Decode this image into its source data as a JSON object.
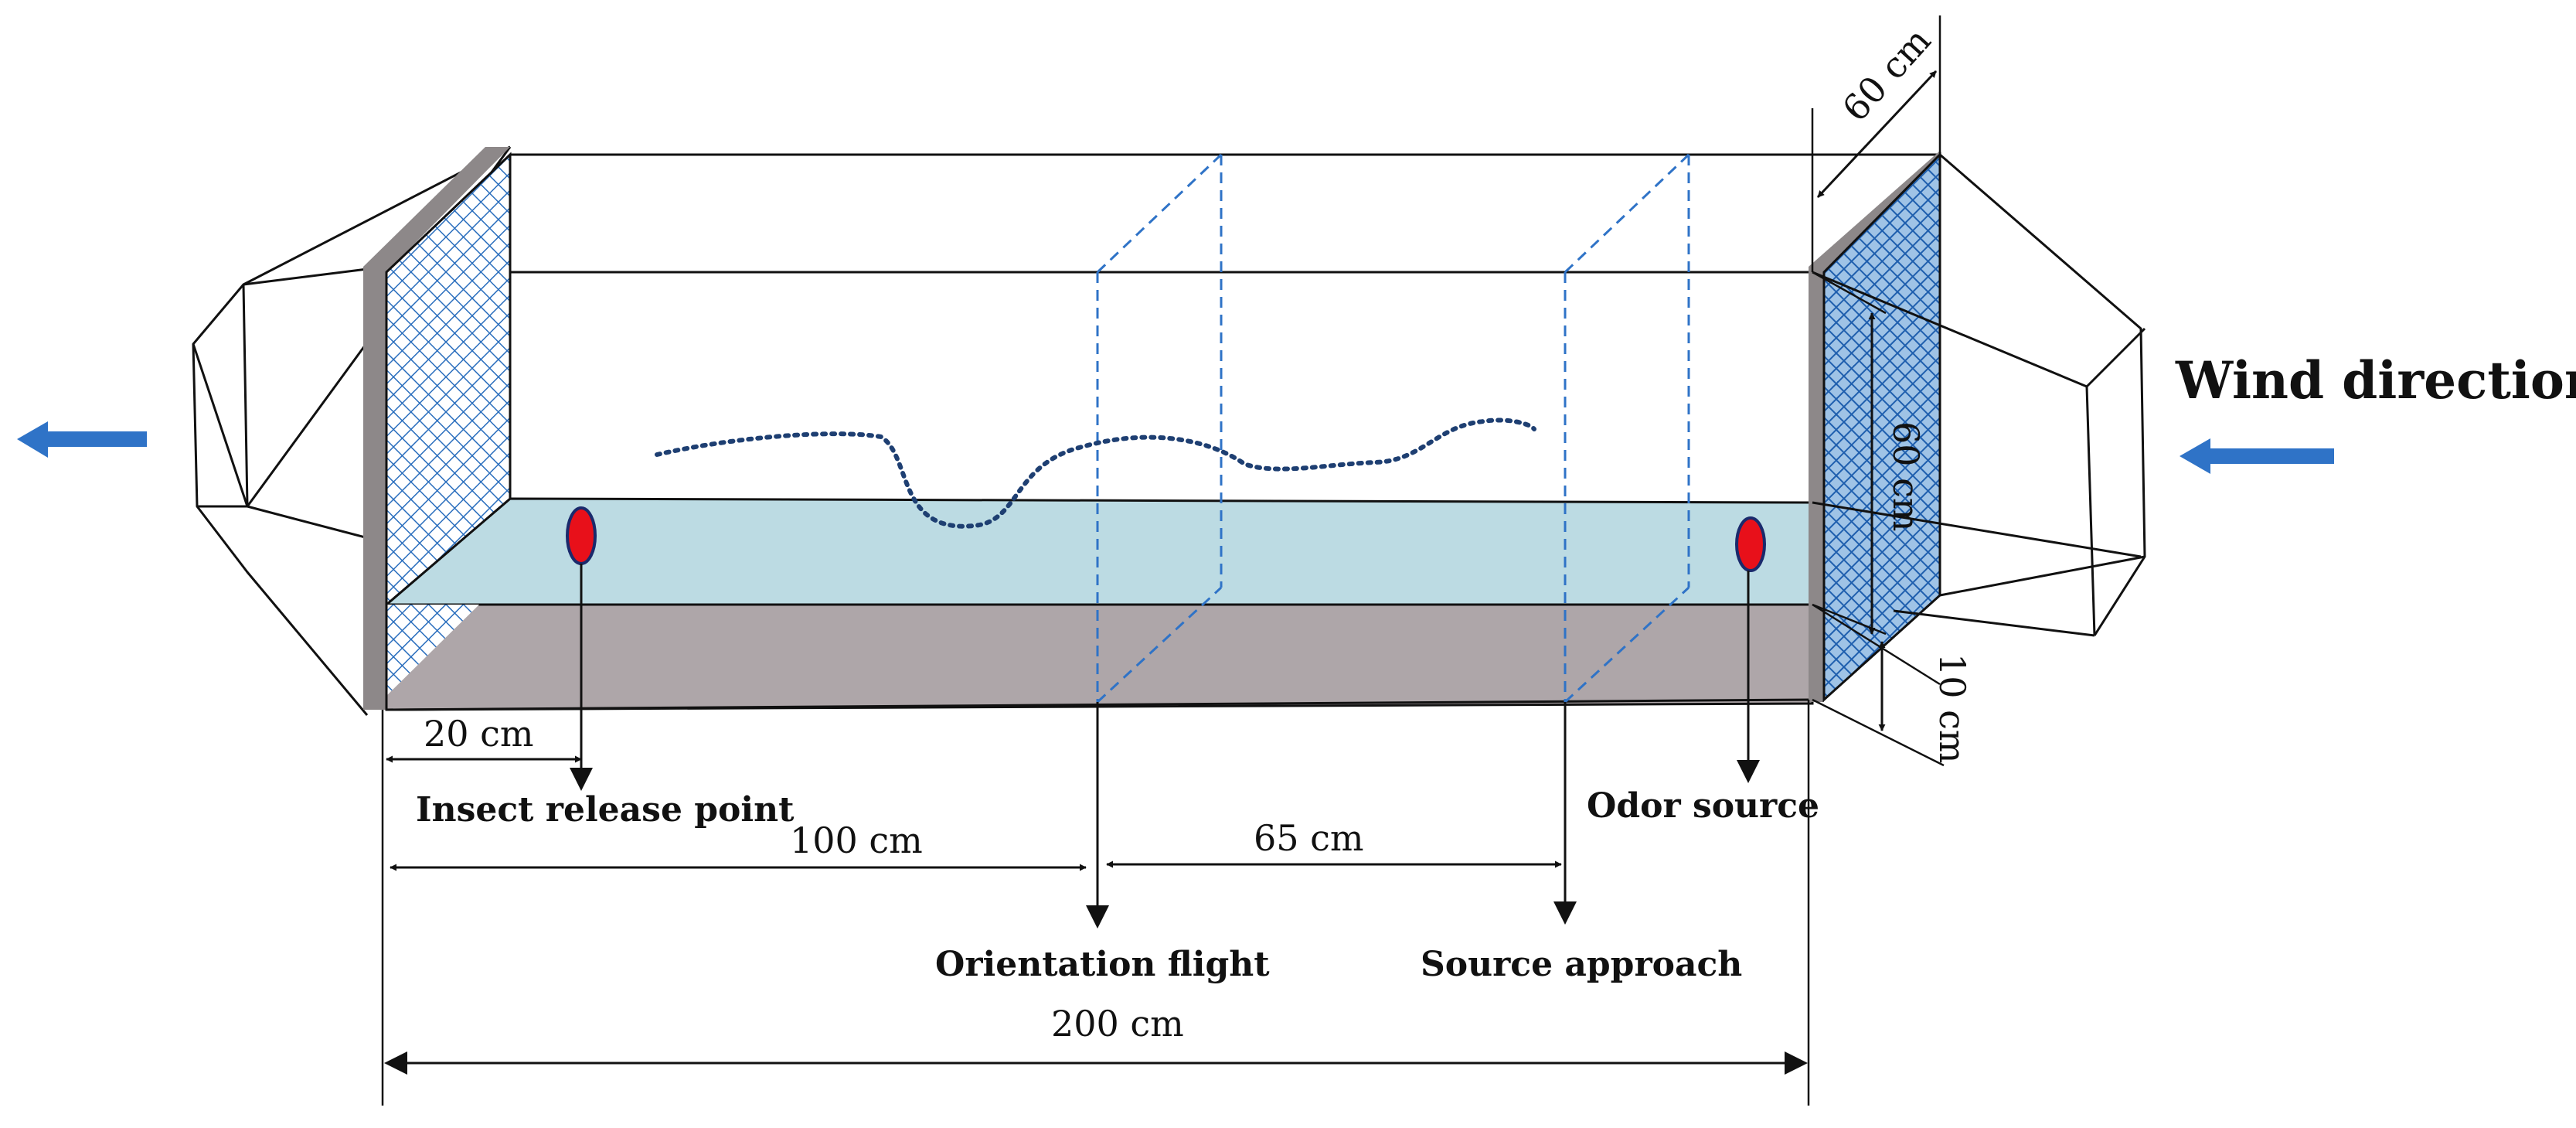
{
  "labels": {
    "wind_direction": "Wind direction",
    "width_top": "60 cm",
    "height_right": "60 cm",
    "depth_floor": "10 cm",
    "release_offset": "20 cm",
    "insect_release_point": "Insect release point",
    "odor_source": "Odor source",
    "dist_100": "100 cm",
    "dist_65": "65 cm",
    "orientation_flight": "Orientation flight",
    "source_approach": "Source approach",
    "total_length": "200 cm"
  },
  "colors": {
    "mesh": "#2a6ebd",
    "floor": "#bcdbe3",
    "base": "#aea6a9",
    "frame": "#8d8889",
    "arrow": "#2f73c7",
    "marker": "#e8101a"
  }
}
